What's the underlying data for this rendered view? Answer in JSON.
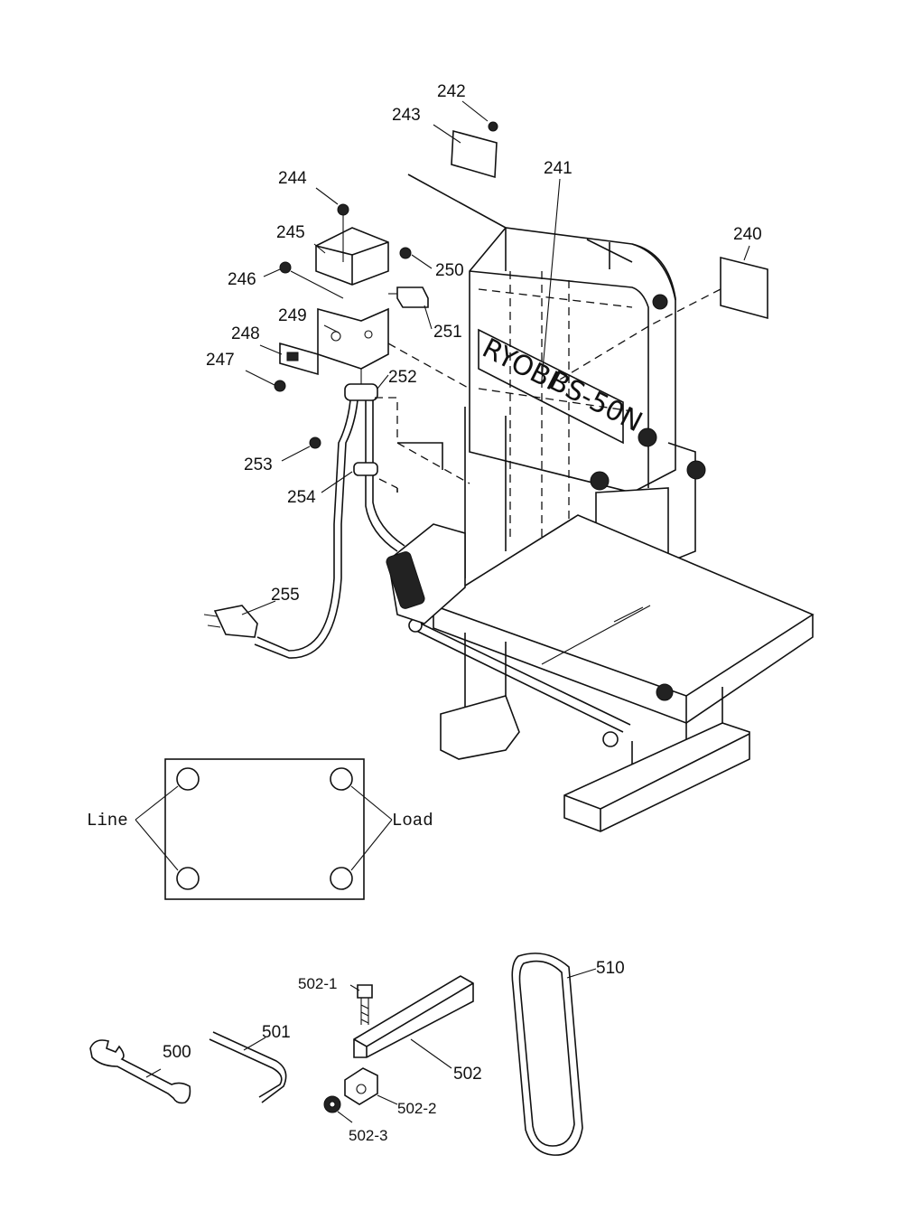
{
  "parts": {
    "p240": "240",
    "p241": "241",
    "p242": "242",
    "p243": "243",
    "p244": "244",
    "p245": "245",
    "p246": "246",
    "p247": "247",
    "p248": "248",
    "p249": "249",
    "p250": "250",
    "p251": "251",
    "p252": "252",
    "p253": "253",
    "p254": "254",
    "p255": "255",
    "p500": "500",
    "p501": "501",
    "p502": "502",
    "p502_1": "502-1",
    "p502_2": "502-2",
    "p502_3": "502-3",
    "p510": "510"
  },
  "machine_label": {
    "brand": "RYOBI",
    "model": "BS-50N"
  },
  "switch_plate": {
    "line_label": "Line",
    "load_label": "Load"
  }
}
